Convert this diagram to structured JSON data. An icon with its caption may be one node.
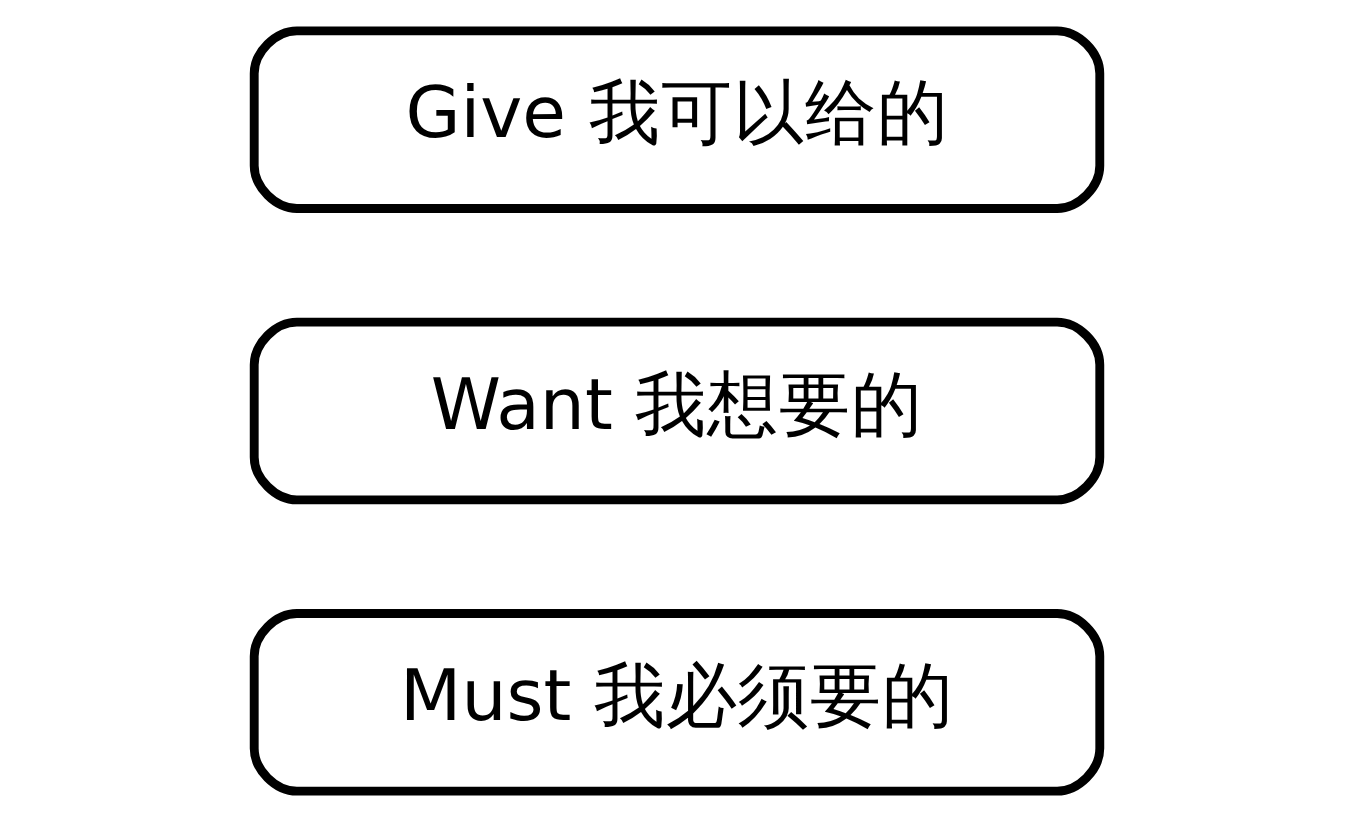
{
  "diagram": {
    "nodes": [
      {
        "text": [
          "Must 我必须要的"
        ]
      },
      {
        "text": [
          "Want 我想要的"
        ]
      },
      {
        "text": [
          "Give 我可以给的"
        ]
      }
    ]
  }
}
